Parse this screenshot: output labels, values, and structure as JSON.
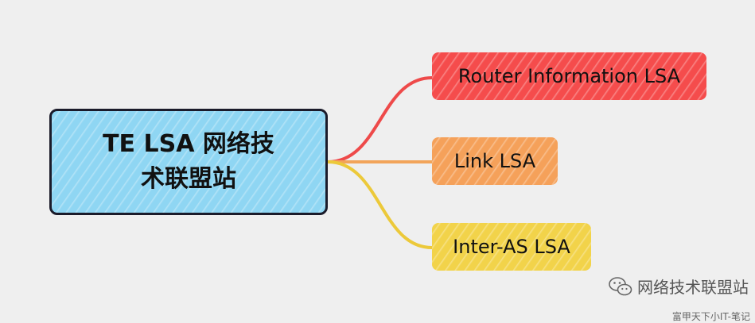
{
  "root": {
    "line1": "TE LSA 网络技",
    "line2": "术联盟站",
    "color": "#8fd6f3",
    "border_color": "#1b1b2a"
  },
  "children": [
    {
      "label": "Router Information LSA",
      "color": "#f54c4c",
      "link_color": "#ee4a4a"
    },
    {
      "label": "Link LSA",
      "color": "#f5a15a",
      "link_color": "#f2a45a"
    },
    {
      "label": "Inter-AS LSA",
      "color": "#f2d34a",
      "link_color": "#ecc93a"
    }
  ],
  "watermark": {
    "text": "网络技术联盟站",
    "icon": "wechat-icon"
  },
  "footer": {
    "text": "富甲天下小IT-笔记"
  }
}
